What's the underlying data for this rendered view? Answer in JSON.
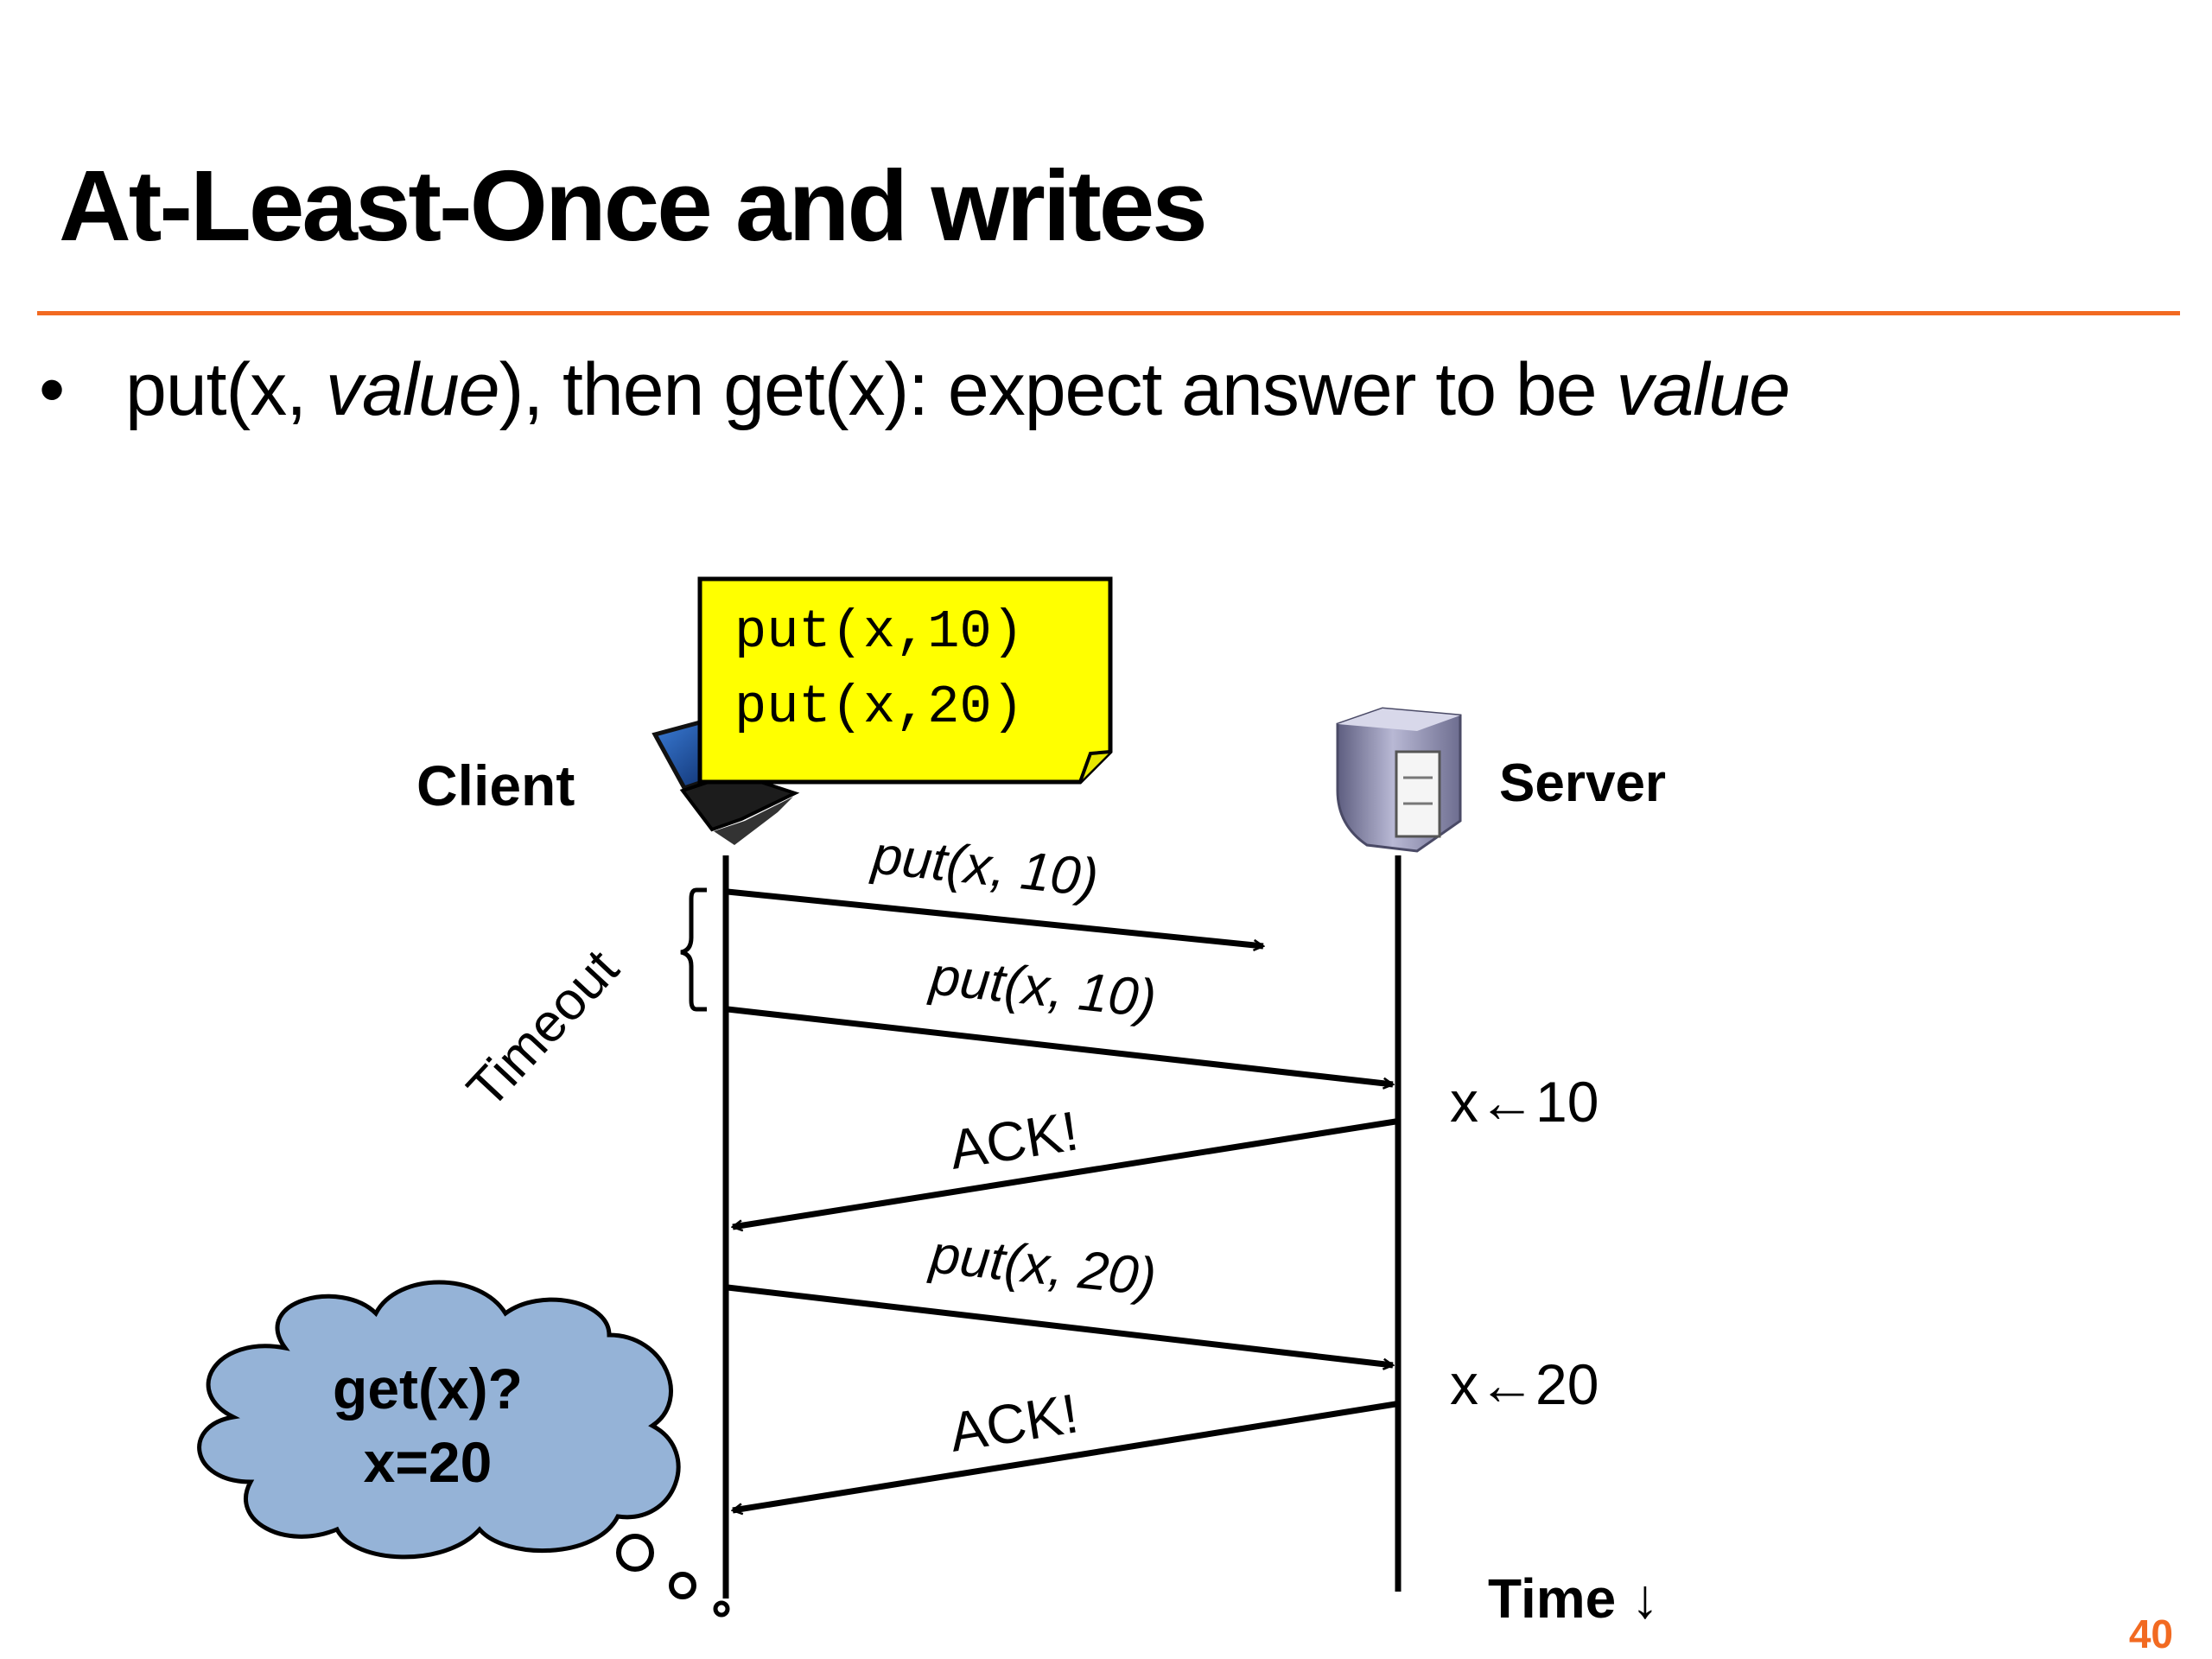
{
  "slide": {
    "title": "At-Least-Once and writes",
    "bullet": {
      "marker": "•",
      "segments": [
        {
          "text": "put(x, ",
          "italic": false
        },
        {
          "text": "value",
          "italic": true
        },
        {
          "text": "), then get(x): expect answer to be ",
          "italic": false
        },
        {
          "text": "value",
          "italic": true
        }
      ]
    },
    "page_number": "40",
    "colors": {
      "accent": "#f26a21",
      "note": "#ffff00",
      "cloud": "#95b3d7"
    }
  },
  "diagram": {
    "sticky_note": {
      "lines": [
        "put(x,10)",
        "put(x,20)"
      ]
    },
    "client_label": "Client",
    "server_label": "Server",
    "client_icon": "laptop-icon",
    "server_icon": "server-tower-icon",
    "timeout_label": "Timeout",
    "messages": [
      {
        "label": "put(x, 10)",
        "direction": "client-to-server",
        "delivered": false
      },
      {
        "label": "put(x, 10)",
        "direction": "client-to-server",
        "delivered": true
      },
      {
        "label": "ACK!",
        "direction": "server-to-client",
        "delivered": true
      },
      {
        "label": "put(x, 20)",
        "direction": "client-to-server",
        "delivered": true
      },
      {
        "label": "ACK!",
        "direction": "server-to-client",
        "delivered": true
      }
    ],
    "server_states": [
      "x←10",
      "x←20"
    ],
    "thought_bubble": {
      "lines": [
        "get(x)?",
        "x=20"
      ]
    },
    "time_label": "Time ↓"
  }
}
